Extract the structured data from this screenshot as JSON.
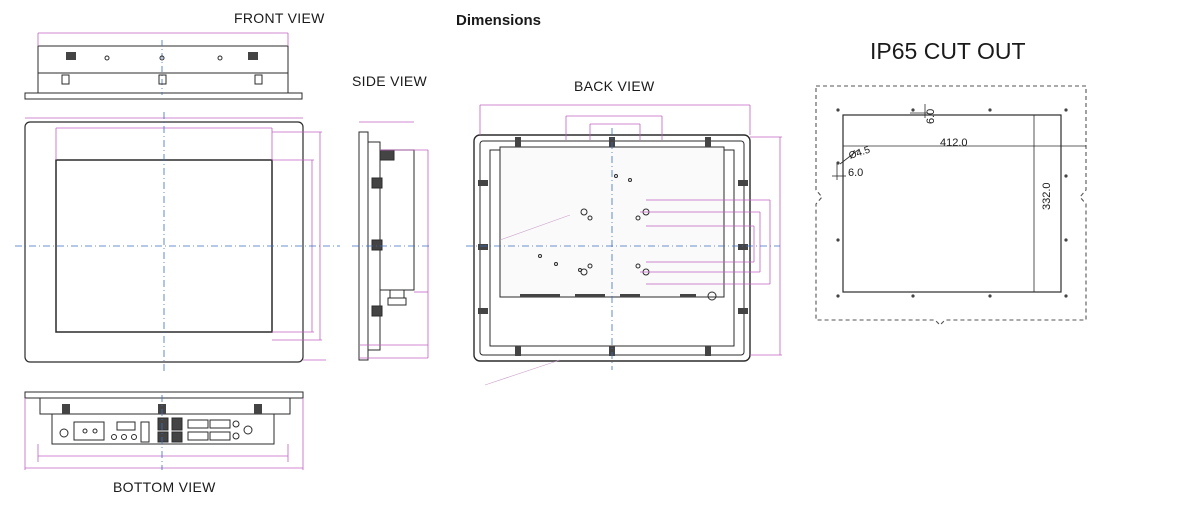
{
  "title": "Dimensions",
  "views": {
    "front": "FRONT VIEW",
    "side": "SIDE VIEW",
    "back": "BACK VIEW",
    "bottom": "BOTTOM  VIEW",
    "cutout": "IP65 CUT OUT"
  },
  "cutout_dims": {
    "width": "412.0",
    "height": "332.0",
    "offset_top": "6.0",
    "offset_left": "6.0",
    "hole": "Ø4.5"
  },
  "colors": {
    "line": "#2b2b2b",
    "dim": "#c060c0",
    "center": "#3b6fc0",
    "dash": "#555555"
  }
}
